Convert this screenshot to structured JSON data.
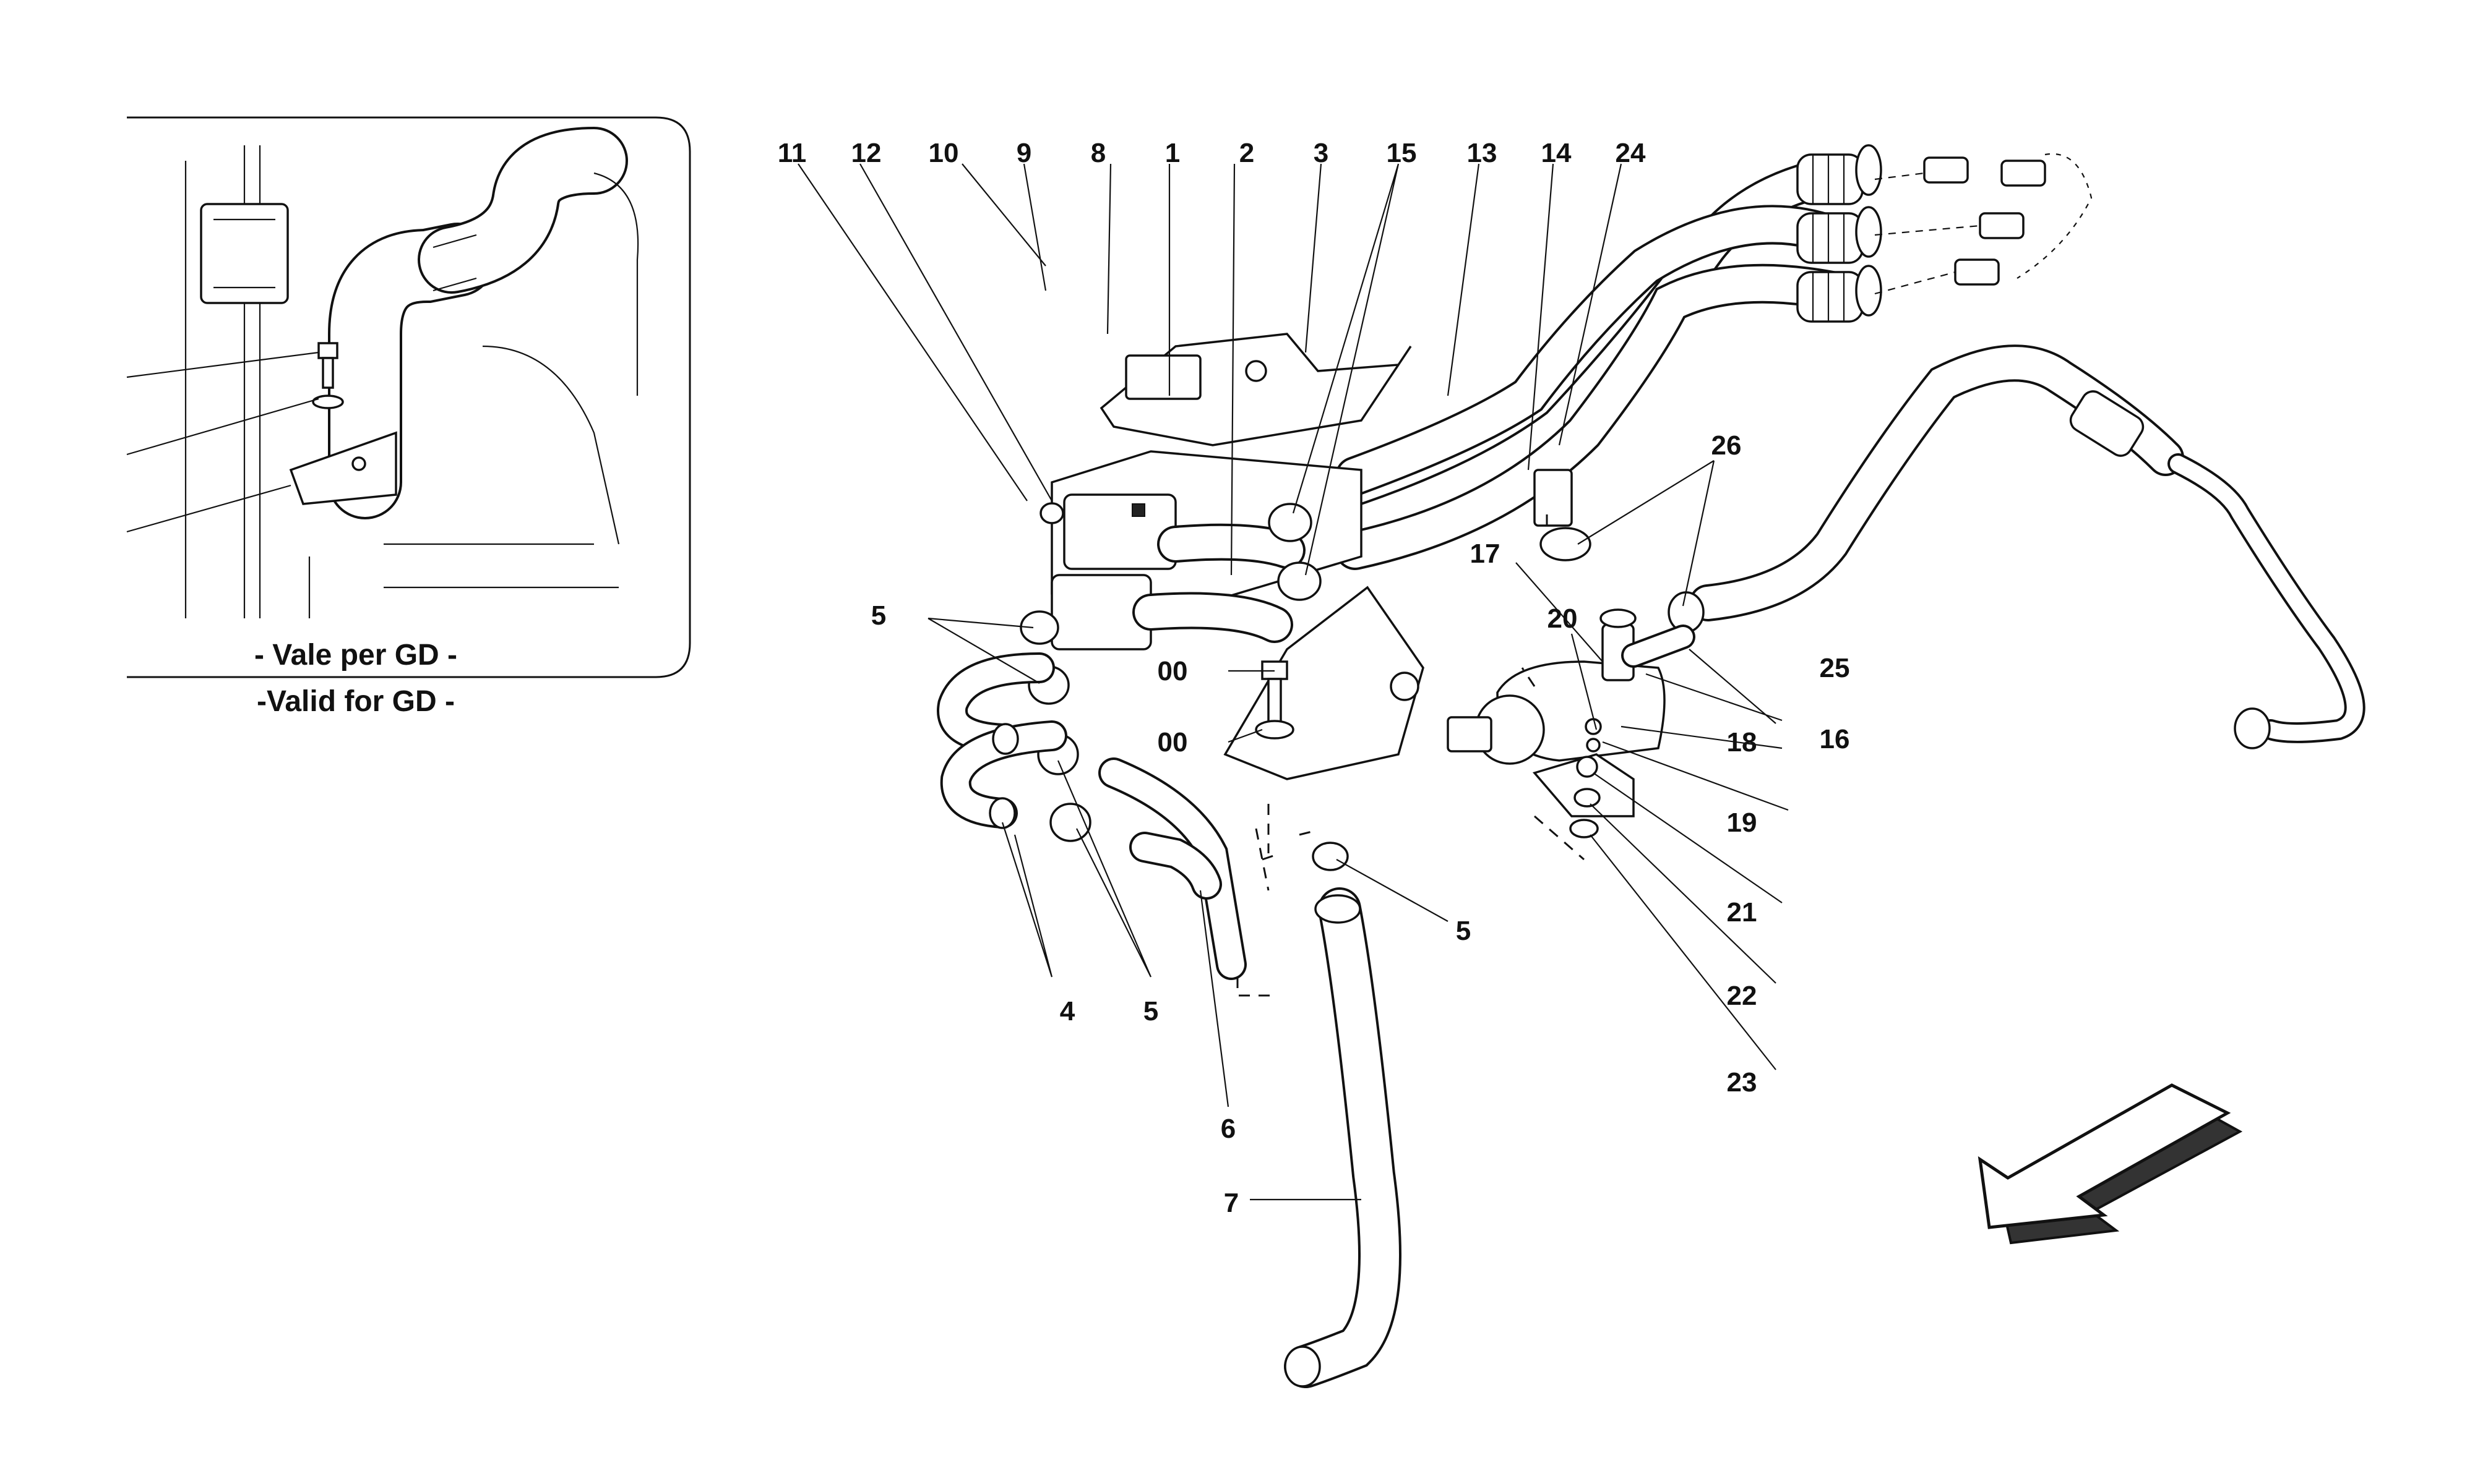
{
  "inset": {
    "caption_it": "- Vale per GD -",
    "caption_en": "-Valid for GD -"
  },
  "callouts": {
    "c11": "11",
    "c12": "12",
    "c10": "10",
    "c9": "9",
    "c8": "8",
    "c1": "1",
    "c2": "2",
    "c3": "3",
    "c15": "15",
    "c13": "13",
    "c14": "14",
    "c24": "24",
    "c26": "26",
    "c17": "17",
    "c20": "20",
    "c25": "25",
    "c16": "16",
    "c18": "18",
    "c19": "19",
    "c21": "21",
    "c22": "22",
    "c23": "23",
    "c5a": "5",
    "c00a": "00",
    "c00b": "00",
    "c5b": "5",
    "c4": "4",
    "c5c": "5",
    "c6": "6",
    "c7": "7"
  },
  "direction_arrow": "front-direction-arrow"
}
